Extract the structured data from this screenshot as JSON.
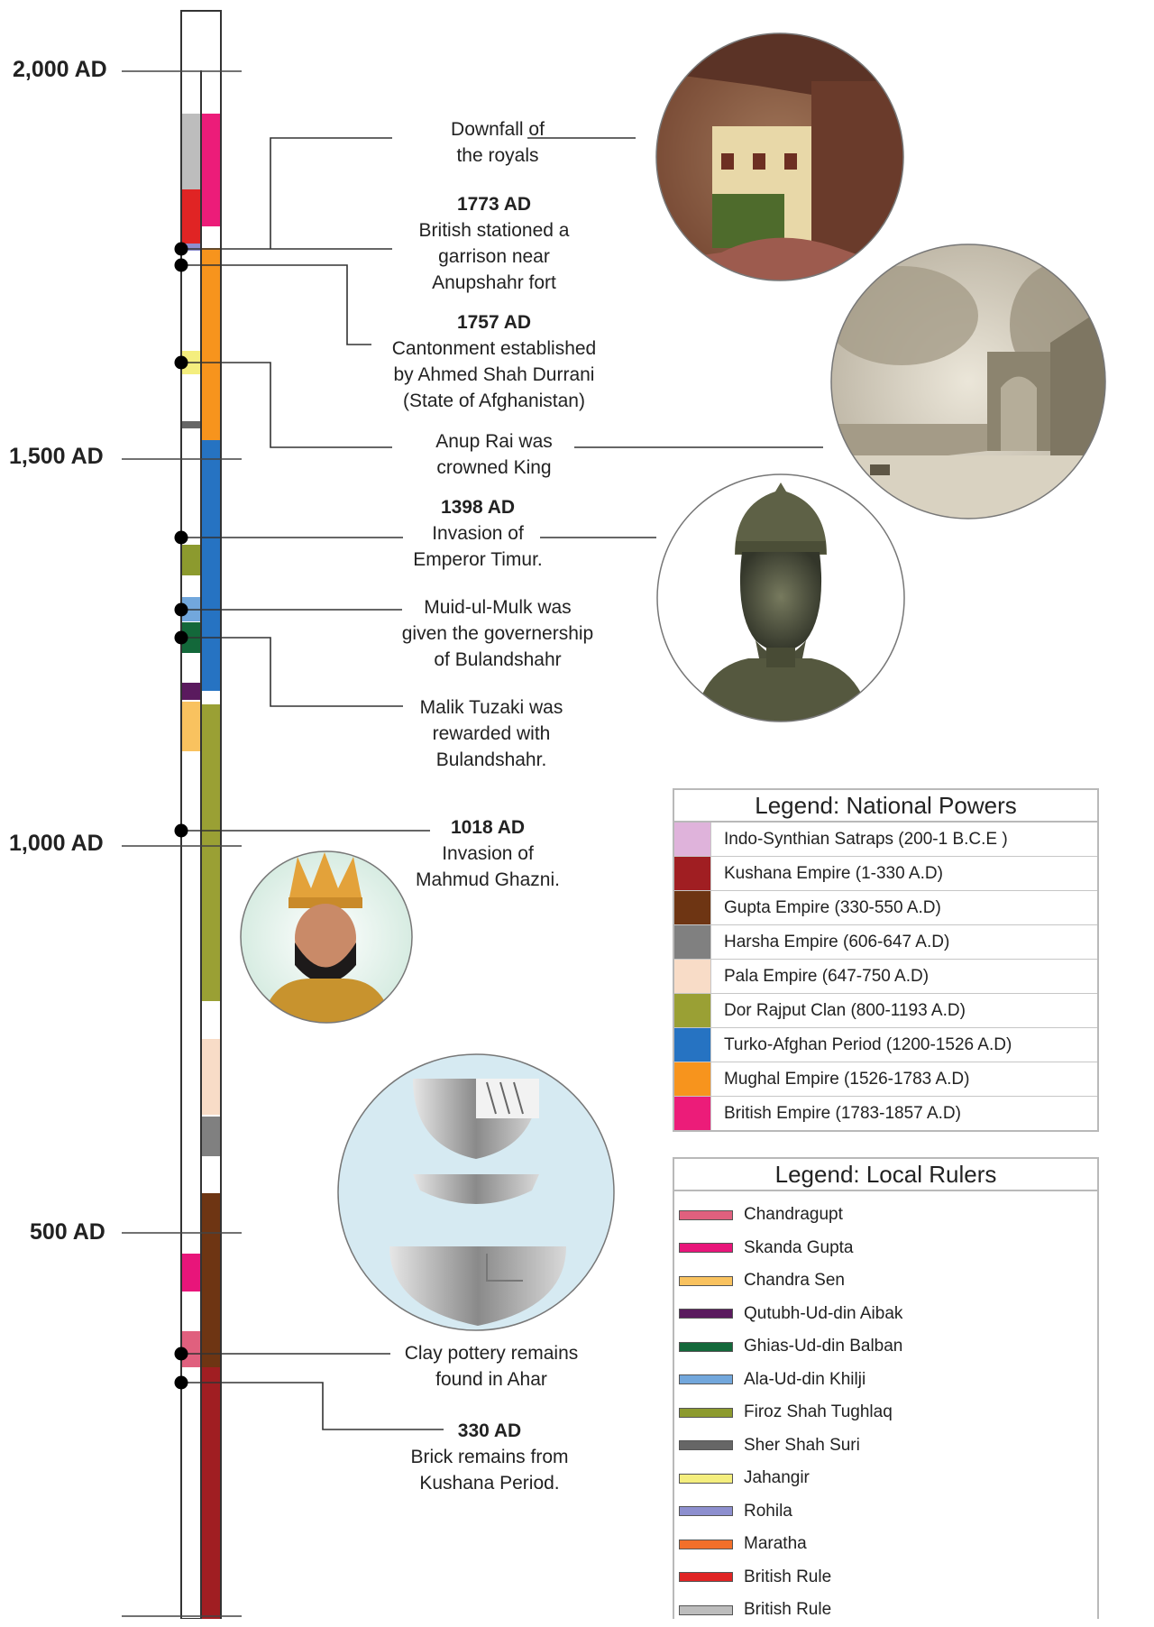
{
  "era_labels": [
    "2,000 AD",
    "1,500 AD",
    "1,000 AD",
    "500 AD"
  ],
  "events": {
    "downfall": {
      "year": "",
      "lines": [
        "Downfall of",
        "the royals"
      ]
    },
    "british_garrison": {
      "year": "1773 AD",
      "lines": [
        "British stationed a",
        "garrison near",
        "Anupshahr fort"
      ]
    },
    "cantonment": {
      "year": "1757 AD",
      "lines": [
        "Cantonment established",
        "by Ahmed Shah Durrani",
        "(State of Afghanistan)"
      ]
    },
    "anup_rai": {
      "year": "",
      "lines": [
        "Anup Rai was",
        "crowned King"
      ]
    },
    "timur": {
      "year": "1398 AD",
      "lines": [
        "Invasion of",
        "Emperor Timur."
      ]
    },
    "muid_ul_mulk": {
      "year": "",
      "lines": [
        "Muid-ul-Mulk was",
        "given the governership",
        "of Bulandshahr"
      ]
    },
    "malik_tuzaki": {
      "year": "",
      "lines": [
        "Malik Tuzaki was",
        "rewarded with",
        "Bulandshahr."
      ]
    },
    "ghazni": {
      "year": "1018 AD",
      "lines": [
        "Invasion of",
        "Mahmud Ghazni."
      ]
    },
    "pottery": {
      "year": "",
      "lines": [
        "Clay pottery remains",
        "found in Ahar"
      ]
    },
    "brick": {
      "year": "330 AD",
      "lines": [
        "Brick remains from",
        "Kushana Period."
      ]
    }
  },
  "legend_national": {
    "title": "Legend: National Powers",
    "items": [
      {
        "label": "Indo-Synthian Satraps (200-1 B.C.E )",
        "color": "#dfb3db"
      },
      {
        "label": "Kushana Empire (1-330 A.D)",
        "color": "#a01e22"
      },
      {
        "label": "Gupta Empire (330-550 A.D)",
        "color": "#6e3513"
      },
      {
        "label": "Harsha Empire (606-647 A.D)",
        "color": "#808080"
      },
      {
        "label": "Pala Empire (647-750 A.D)",
        "color": "#f8dcc7"
      },
      {
        "label": "Dor Rajput Clan (800-1193 A.D)",
        "color": "#9aa034"
      },
      {
        "label": "Turko-Afghan Period (1200-1526 A.D)",
        "color": "#2673c2"
      },
      {
        "label": "Mughal Empire (1526-1783 A.D)",
        "color": "#f7941d"
      },
      {
        "label": "British Empire (1783-1857 A.D)",
        "color": "#ec1c79"
      }
    ]
  },
  "legend_local": {
    "title": "Legend: Local Rulers",
    "items": [
      {
        "label": "Chandragupt",
        "color": "#e0607e"
      },
      {
        "label": "Skanda Gupta",
        "color": "#e8157a"
      },
      {
        "label": "Chandra Sen",
        "color": "#f9c25f"
      },
      {
        "label": "Qutubh-Ud-din Aibak",
        "color": "#5a1a5e"
      },
      {
        "label": "Ghias-Ud-din Balban",
        "color": "#13683a"
      },
      {
        "label": "Ala-Ud-din Khilji",
        "color": "#72a7dc"
      },
      {
        "label": "Firoz Shah Tughlaq",
        "color": "#8c9a2e"
      },
      {
        "label": "Sher Shah Suri",
        "color": "#666666"
      },
      {
        "label": "Jahangir",
        "color": "#f4ee7e"
      },
      {
        "label": "Rohila",
        "color": "#8d8fcf"
      },
      {
        "label": "Maratha",
        "color": "#f36f2a"
      },
      {
        "label": "British Rule",
        "color": "#e02424"
      },
      {
        "label": "British Rule",
        "color": "#bdbdbd"
      }
    ]
  },
  "photos": {
    "fort_gate": "fort gate photograph",
    "sketch": "fort sketch",
    "timur_bust": "bust of Emperor Timur",
    "ghazni_portrait": "portrait of Mahmud Ghazni",
    "pottery": "clay pottery drawing"
  }
}
